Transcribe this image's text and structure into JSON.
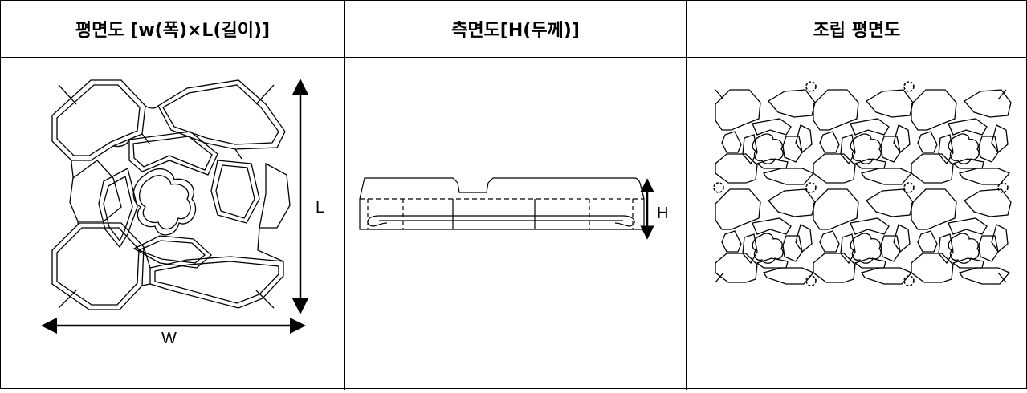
{
  "headers": {
    "plan": "평면도 [w(폭)×L(길이)]",
    "side": "측면도[H(두께)]",
    "assembly": "조립 평면도"
  },
  "dimensions": {
    "width": "W",
    "length": "L",
    "height": "H"
  }
}
